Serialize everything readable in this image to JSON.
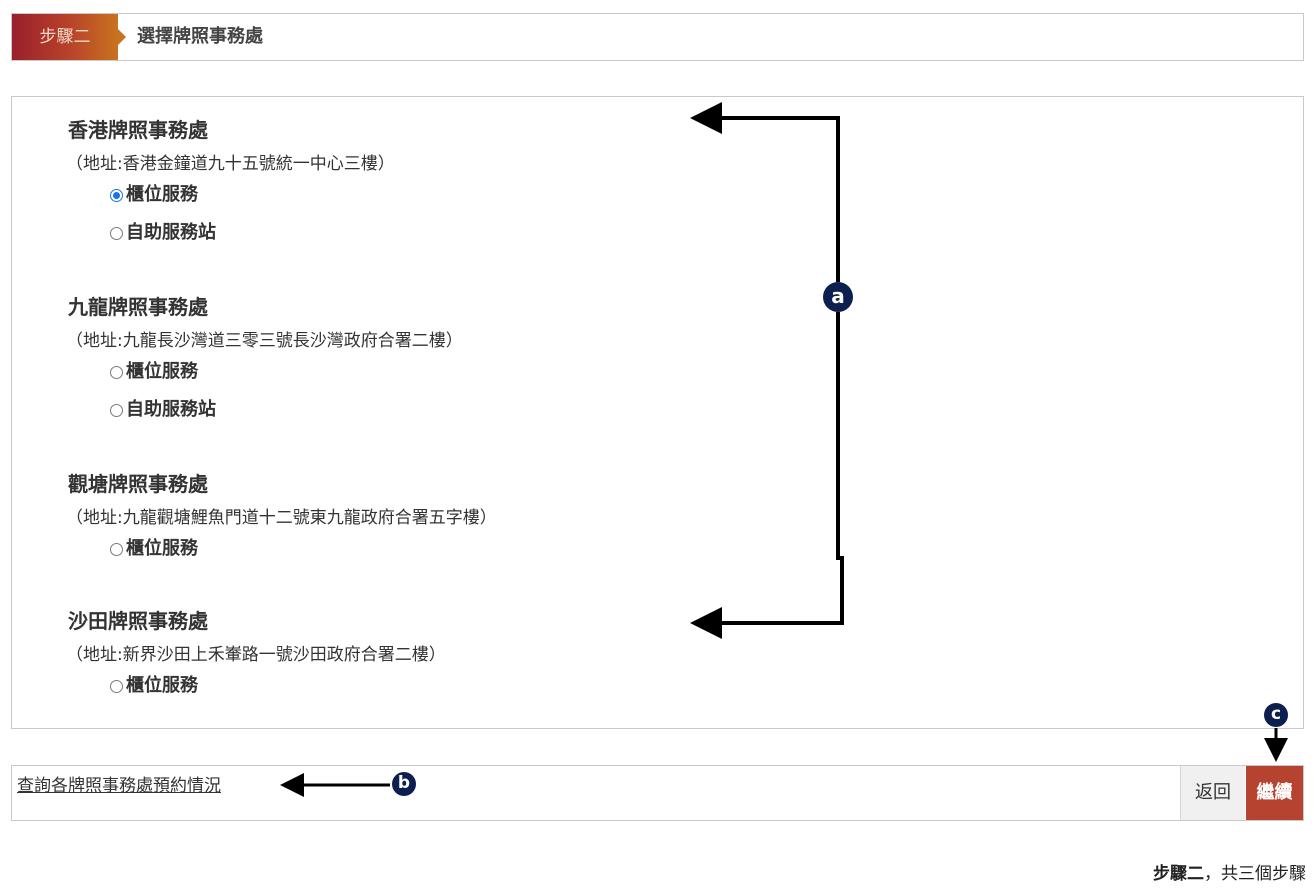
{
  "step_header": {
    "badge": "步驟二",
    "title": "選擇牌照事務處"
  },
  "offices": [
    {
      "name": "香港牌照事務處",
      "address": "（地址:香港金鐘道九十五號統一中心三樓）",
      "options": [
        {
          "label": "櫃位服務",
          "selected": true
        },
        {
          "label": "自助服務站",
          "selected": false
        }
      ]
    },
    {
      "name": "九龍牌照事務處",
      "address": "（地址:九龍長沙灣道三零三號長沙灣政府合署二樓）",
      "options": [
        {
          "label": "櫃位服務",
          "selected": false
        },
        {
          "label": "自助服務站",
          "selected": false
        }
      ]
    },
    {
      "name": "觀塘牌照事務處",
      "address": "（地址:九龍觀塘鯉魚門道十二號東九龍政府合署五字樓）",
      "options": [
        {
          "label": "櫃位服務",
          "selected": false
        }
      ]
    },
    {
      "name": "沙田牌照事務處",
      "address": "（地址:新界沙田上禾輋路一號沙田政府合署二樓）",
      "options": [
        {
          "label": "櫃位服務",
          "selected": false
        }
      ]
    }
  ],
  "bottom_bar": {
    "query_link": "查詢各牌照事務處預約情況",
    "back_button": "返回",
    "continue_button": "繼續"
  },
  "step_count": {
    "bold": "步驟二",
    "rest": "，共三個步驟"
  },
  "annotations": {
    "a": "a",
    "b": "b",
    "c": "c"
  }
}
